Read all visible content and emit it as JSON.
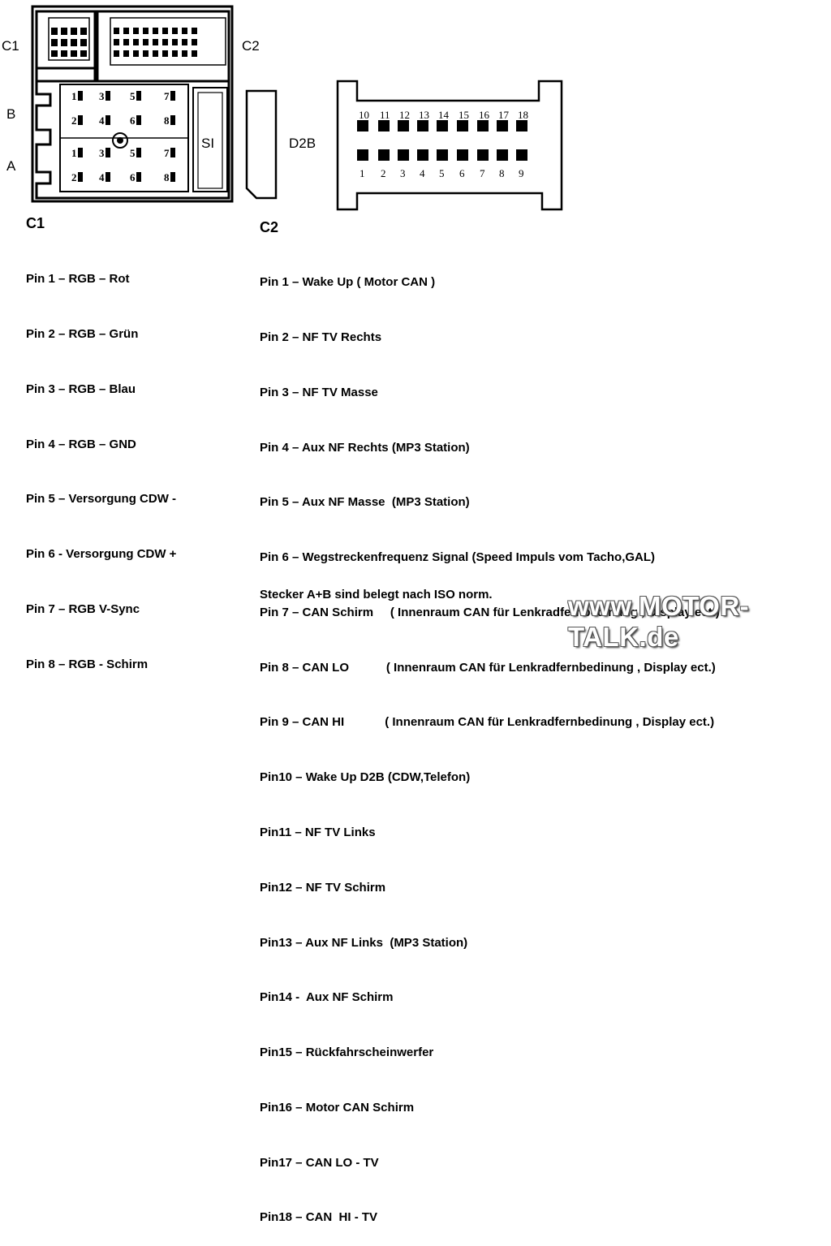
{
  "diagram": {
    "labels": {
      "c1": "C1",
      "c2": "C2",
      "b": "B",
      "a": "A",
      "si": "SI",
      "d2b": "D2B"
    },
    "iso_pin_labels": {
      "b_row1": [
        "1",
        "3",
        "5",
        "7"
      ],
      "b_row2": [
        "2",
        "4",
        "6",
        "8"
      ],
      "a_row1": [
        "1",
        "3",
        "5",
        "7"
      ],
      "a_row2": [
        "2",
        "4",
        "6",
        "8"
      ]
    },
    "d2b_top_numbers": [
      "10",
      "11",
      "12",
      "13",
      "14",
      "15",
      "16",
      "17",
      "18"
    ],
    "d2b_bottom_numbers": [
      "1",
      "2",
      "3",
      "4",
      "5",
      "6",
      "7",
      "8",
      "9"
    ]
  },
  "c1": {
    "title": "C1",
    "pins": [
      "Pin 1 – RGB – Rot",
      "Pin 2 – RGB – Grün",
      "Pin 3 – RGB – Blau",
      "Pin 4 – RGB – GND",
      "Pin 5 – Versorgung CDW -",
      "Pin 6 - Versorgung CDW +",
      "Pin 7 – RGB V-Sync",
      "Pin 8 – RGB - Schirm"
    ]
  },
  "c2": {
    "title": "C2",
    "pins": [
      "Pin 1 – Wake Up ( Motor CAN )",
      "Pin 2 – NF TV Rechts",
      "Pin 3 – NF TV Masse",
      "Pin 4 – Aux NF Rechts (MP3 Station)",
      "Pin 5 – Aux NF Masse  (MP3 Station)",
      "Pin 6 – Wegstreckenfrequenz Signal (Speed Impuls vom Tacho,GAL)",
      "Pin 7 – CAN Schirm     ( Innenraum CAN für Lenkradfernbedinung , Display ect.)",
      "Pin 8 – CAN LO           ( Innenraum CAN für Lenkradfernbedinung , Display ect.)",
      "Pin 9 – CAN HI            ( Innenraum CAN für Lenkradfernbedinung , Display ect.)",
      "Pin10 – Wake Up D2B (CDW,Telefon)",
      "Pin11 – NF TV Links",
      "Pin12 – NF TV Schirm",
      "Pin13 – Aux NF Links  (MP3 Station)",
      "Pin14 -  Aux NF Schirm",
      "Pin15 – Rückfahrscheinwerfer",
      "Pin16 – Motor CAN Schirm",
      "Pin17 – CAN LO - TV",
      "Pin18 – CAN  HI - TV"
    ]
  },
  "footnote": "Stecker A+B sind belegt nach ISO norm.",
  "watermark": "www.MOTOR-TALK.de"
}
